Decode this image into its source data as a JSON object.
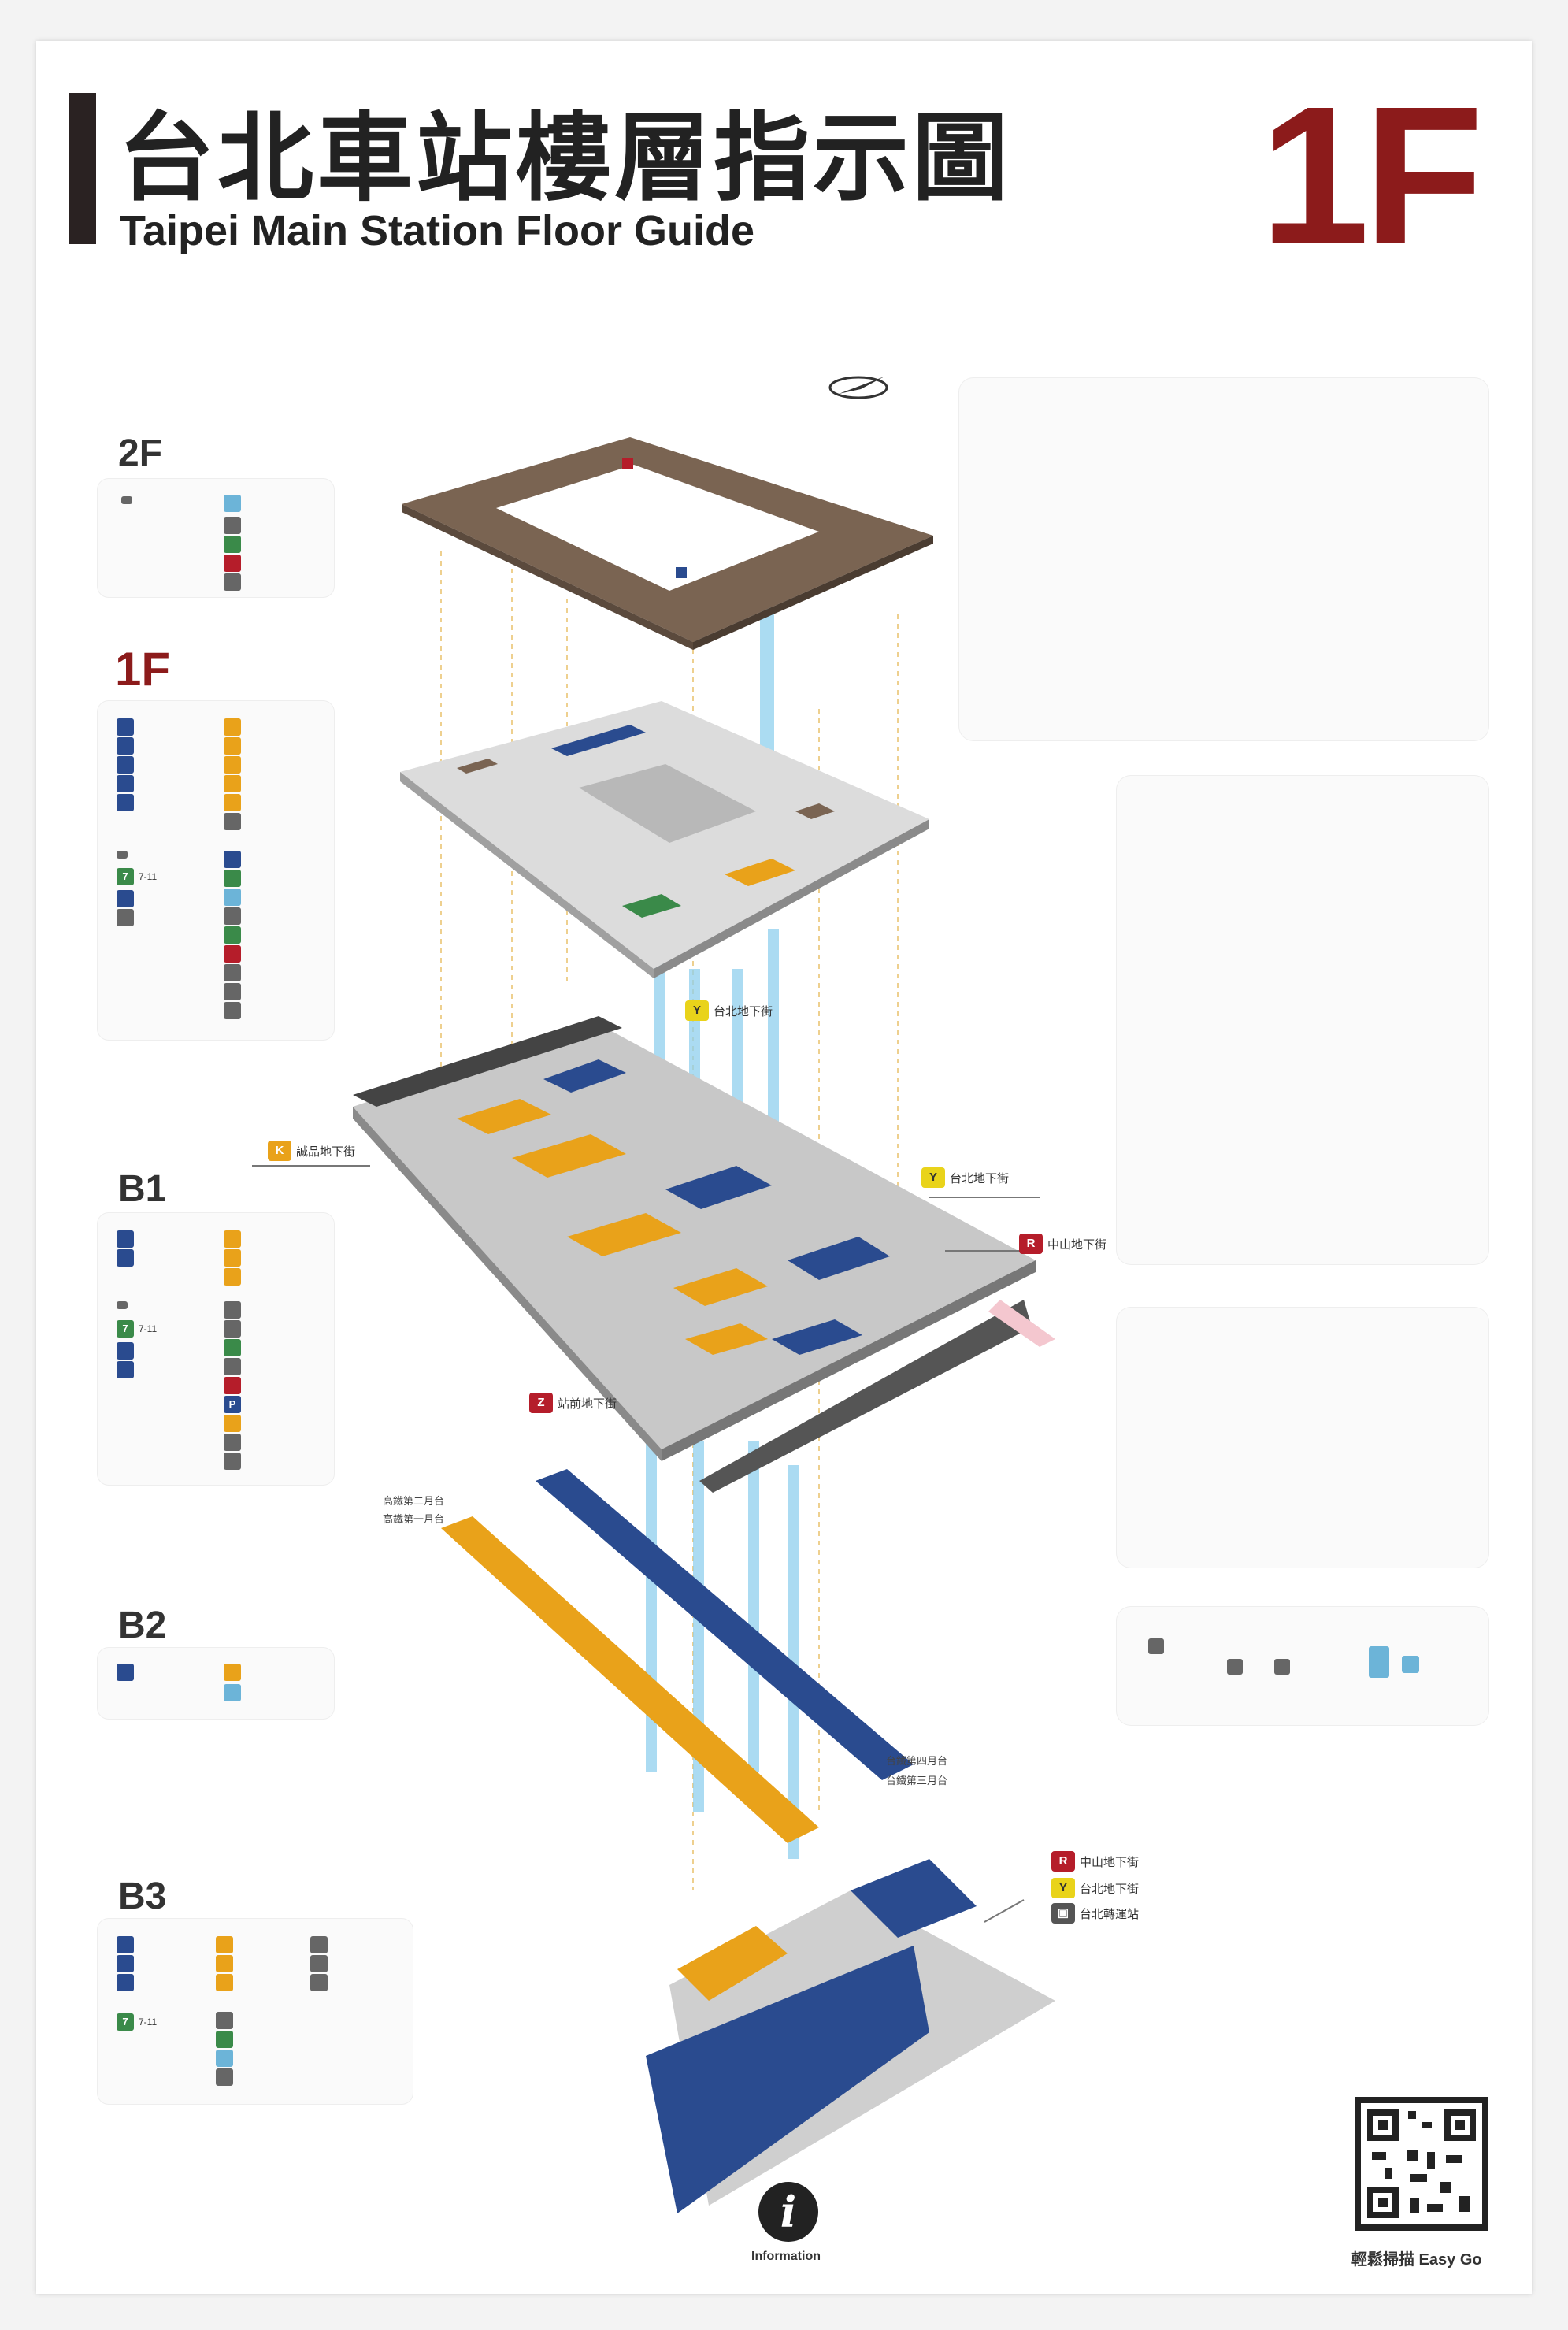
{
  "header": {
    "title_zh": "台北車站樓層指示圖",
    "title_en": "Taipei Main Station Floor Guide",
    "current_floor": "1F"
  },
  "floors": [
    {
      "label": "2F",
      "active": false
    },
    {
      "label": "1F",
      "active": true
    },
    {
      "label": "B1",
      "active": false
    },
    {
      "label": "B2",
      "active": false
    },
    {
      "label": "B3",
      "active": false
    }
  ],
  "legend": {
    "b1_service_7_11": "7-11",
    "b3_service_7_11": "7-11",
    "f1_service_7_11": "7-11"
  },
  "destinations": {
    "b1_k": "K",
    "b1_y": "Y",
    "b1_r": "R",
    "b1_z": "Z",
    "b3_r": "R",
    "b3_y": "Y",
    "f1_y": "Y",
    "b2_platform_1_zh": "高鐵第一月台",
    "b2_platform_2_zh": "高鐵第二月台",
    "b2_platform_3_zh": "台鐵第三月台",
    "b2_platform_4_zh": "台鐵第四月台",
    "b1_k_zh": "誠品地下街",
    "b1_y_zh": "台北地下街",
    "b1_r_zh": "中山地下街",
    "b1_z_zh": "站前地下街",
    "b3_r_zh": "中山地下街",
    "b3_y_zh": "台北地下街",
    "b3_mrt_zh": "台北轉運站",
    "f1_y_zh": "台北地下街"
  },
  "footer": {
    "info_glyph": "i",
    "info_label": "Information",
    "qr_caption": "輕鬆掃描 Easy Go"
  },
  "colors": {
    "accent_red": "#8c1b1b",
    "rail_blue": "#2a4b8f",
    "hsr_orange": "#e9a21a",
    "mrt_sky": "#6cb4d8",
    "floor_brown": "#7a6452"
  }
}
